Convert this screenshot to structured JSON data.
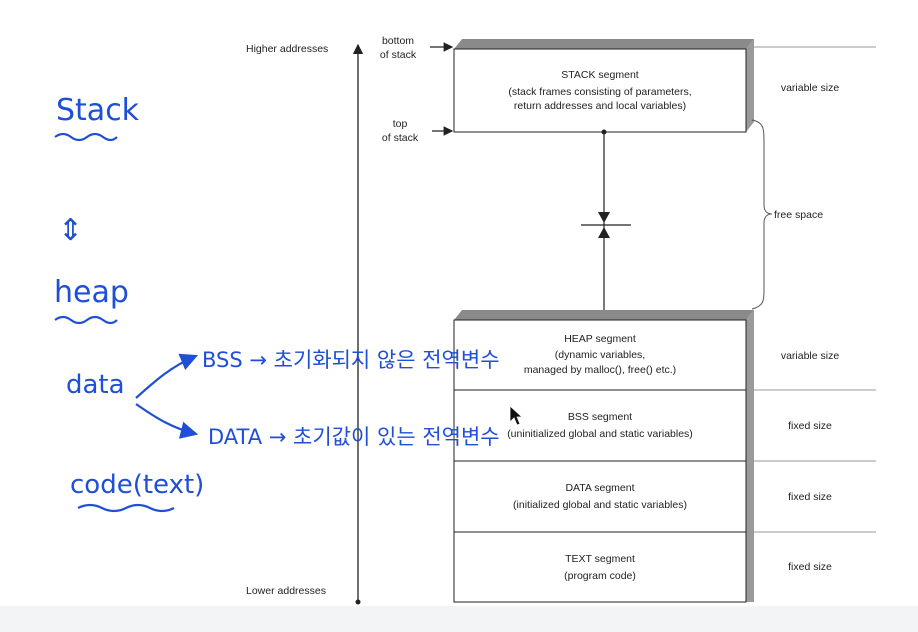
{
  "diagram": {
    "address_labels": {
      "higher": "Higher addresses",
      "lower": "Lower addresses"
    },
    "pointer_labels": {
      "bottom_of_stack": [
        "bottom",
        "of stack"
      ],
      "top_of_stack": [
        "top",
        "of stack"
      ]
    },
    "segments": {
      "stack": {
        "title": "STACK segment",
        "desc": [
          "(stack frames consisting of parameters,",
          "return addresses and local variables)"
        ],
        "size": "variable size"
      },
      "free": {
        "label": "free space"
      },
      "heap": {
        "title": "HEAP segment",
        "desc": [
          "(dynamic variables,",
          "managed by malloc(), free() etc.)"
        ],
        "size": "variable size"
      },
      "bss": {
        "title": "BSS segment",
        "desc": [
          "(uninitialized global and static variables)"
        ],
        "size": "fixed size"
      },
      "data": {
        "title": "DATA segment",
        "desc": [
          "(initialized global and static variables)"
        ],
        "size": "fixed size"
      },
      "text": {
        "title": "TEXT segment",
        "desc": [
          "(program code)"
        ],
        "size": "fixed size"
      }
    }
  },
  "handwriting": {
    "stack": "Stack",
    "updown_arrow": "⇕",
    "heap": "heap",
    "data": "data",
    "bss_note": "BSS → 초기화되지 않은 전역변수",
    "data_note": "DATA → 초기값이 있는 전역변수",
    "code": "code(text)"
  },
  "colors": {
    "ink": "#1f4fd6",
    "line": "#222222",
    "block_top": "#8a8a8a",
    "block_side": "#9a9a9a"
  }
}
